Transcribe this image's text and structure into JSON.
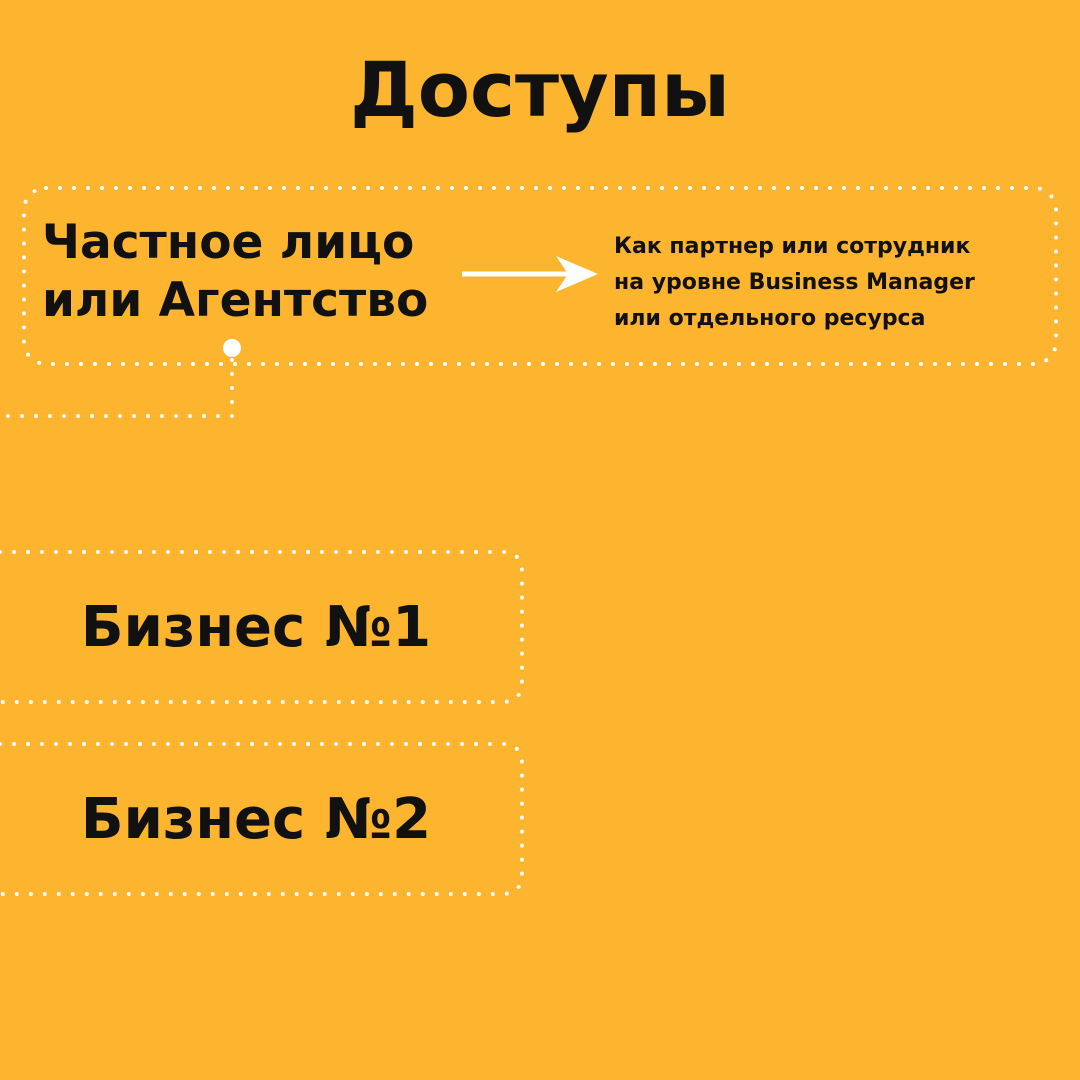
{
  "title": "Доступы",
  "entity": {
    "line1": "Частное лицо",
    "line2": "или Агентство"
  },
  "access_note": {
    "line1": "Как партнер или сотрудник",
    "line2": "на уровне Business Manager",
    "line3": "или отдельного ресурса"
  },
  "businesses": [
    {
      "label": "Бизнес №1"
    },
    {
      "label": "Бизнес №2"
    }
  ],
  "colors": {
    "background": "#FDB52F",
    "text": "#111111",
    "dots": "#FFFFFF"
  }
}
